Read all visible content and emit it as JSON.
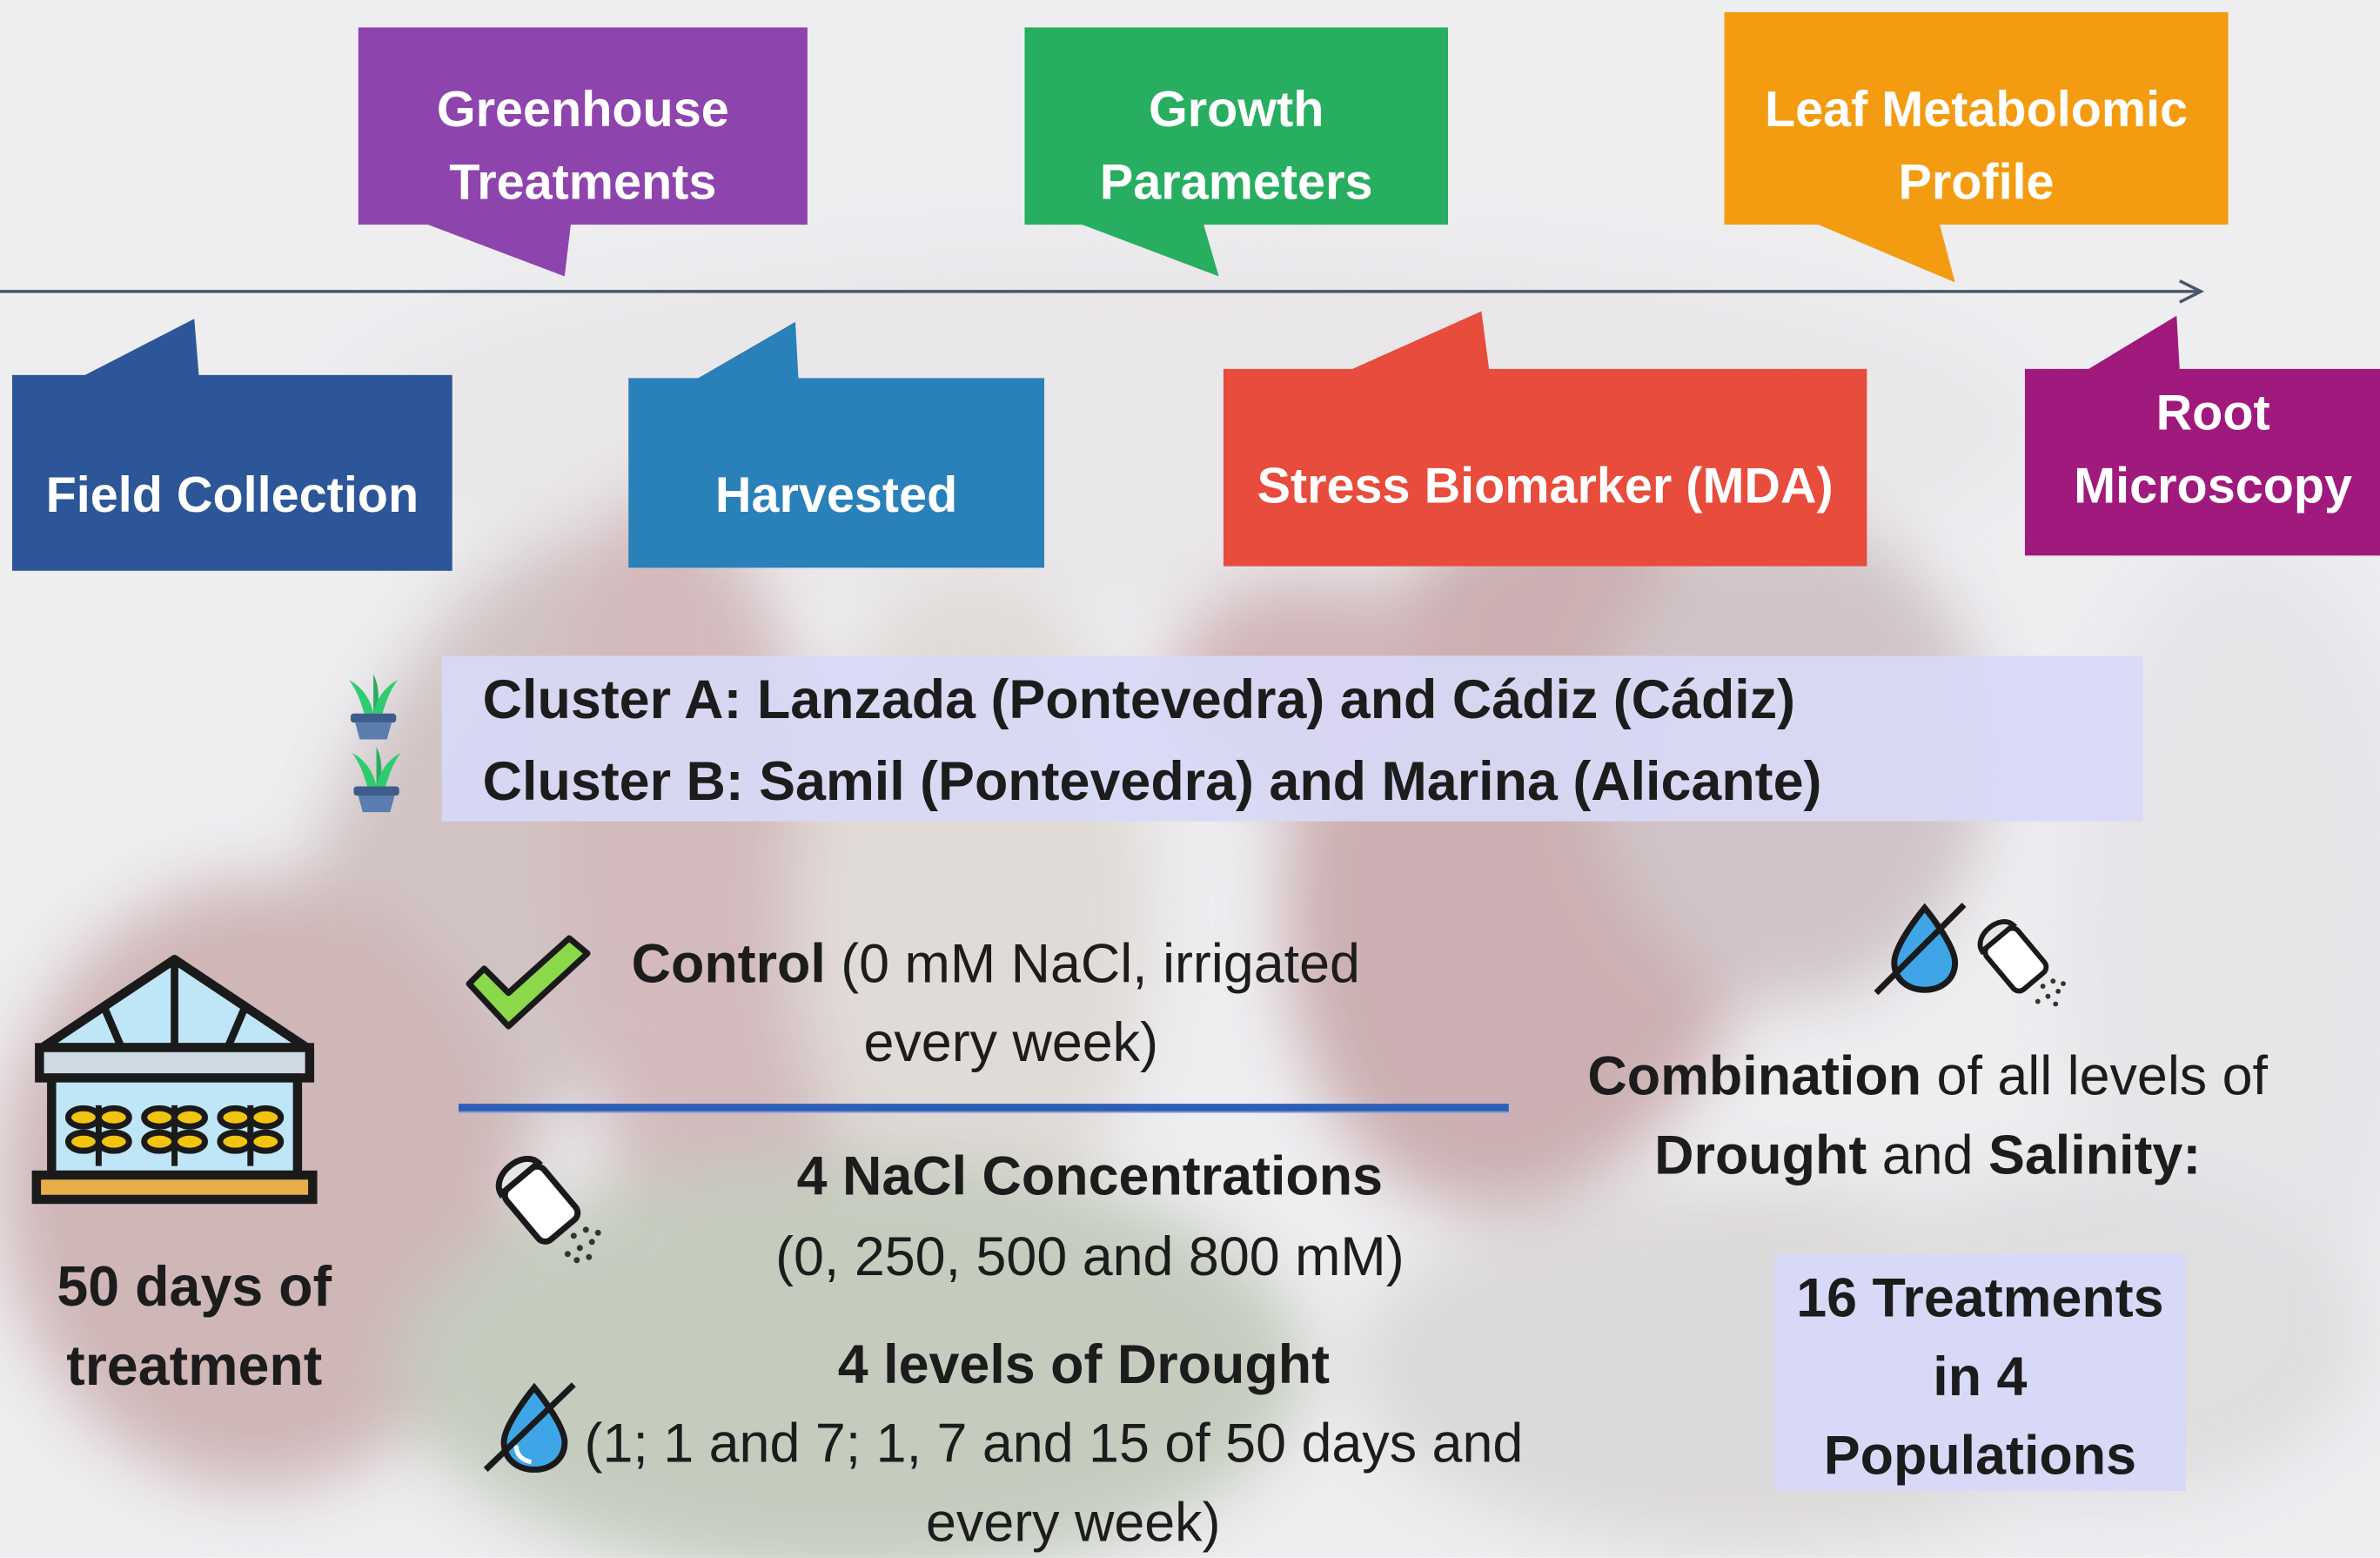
{
  "timeline": {
    "top": [
      {
        "line1": "Greenhouse",
        "line2": "Treatments",
        "color": "#8e44ad"
      },
      {
        "line1": "Growth",
        "line2": "Parameters",
        "color": "#27ae60"
      },
      {
        "line1": "Leaf Metabolomic",
        "line2": "Profile",
        "color": "#f39c12"
      }
    ],
    "bottom": [
      {
        "label": "Field Collection",
        "color": "#2c5697"
      },
      {
        "label": "Harvested",
        "color": "#2a80b9"
      },
      {
        "label": "Stress Biomarker (MDA)",
        "color": "#e74c3c"
      },
      {
        "line1": "Root",
        "line2": "Microscopy",
        "color": "#a01a7d"
      }
    ]
  },
  "clusters": {
    "a": "Cluster A: Lanzada (Pontevedra) and Cádiz (Cádiz)",
    "b": "Cluster B: Samil (Pontevedra) and Marina (Alicante)",
    "band_color": "#d8d9f6"
  },
  "duration": {
    "line1": "50 days of",
    "line2": "treatment"
  },
  "control": {
    "bold": "Control",
    "rest1": " (0 mM NaCl, irrigated",
    "rest2": "every week)"
  },
  "nacl": {
    "title": "4 NaCl Concentrations",
    "values": "(0, 250, 500 and 800 mM)"
  },
  "drought": {
    "title": "4 levels of Drought",
    "line1": "(1; 1 and 7; 1, 7 and 15 of 50 days and",
    "line2": "every week)"
  },
  "combination": {
    "bold1": "Combination",
    "rest1": " of all levels of",
    "bold2": "Drought",
    "mid": " and ",
    "bold3": "Salinity:"
  },
  "result": {
    "line1": "16 Treatments",
    "line2": "in 4",
    "line3": "Populations"
  },
  "icons": [
    "plant-pot-icon",
    "greenhouse-icon",
    "checkmark-icon",
    "salt-shaker-icon",
    "no-water-drop-icon"
  ],
  "divider_color": "#2f5fb5"
}
